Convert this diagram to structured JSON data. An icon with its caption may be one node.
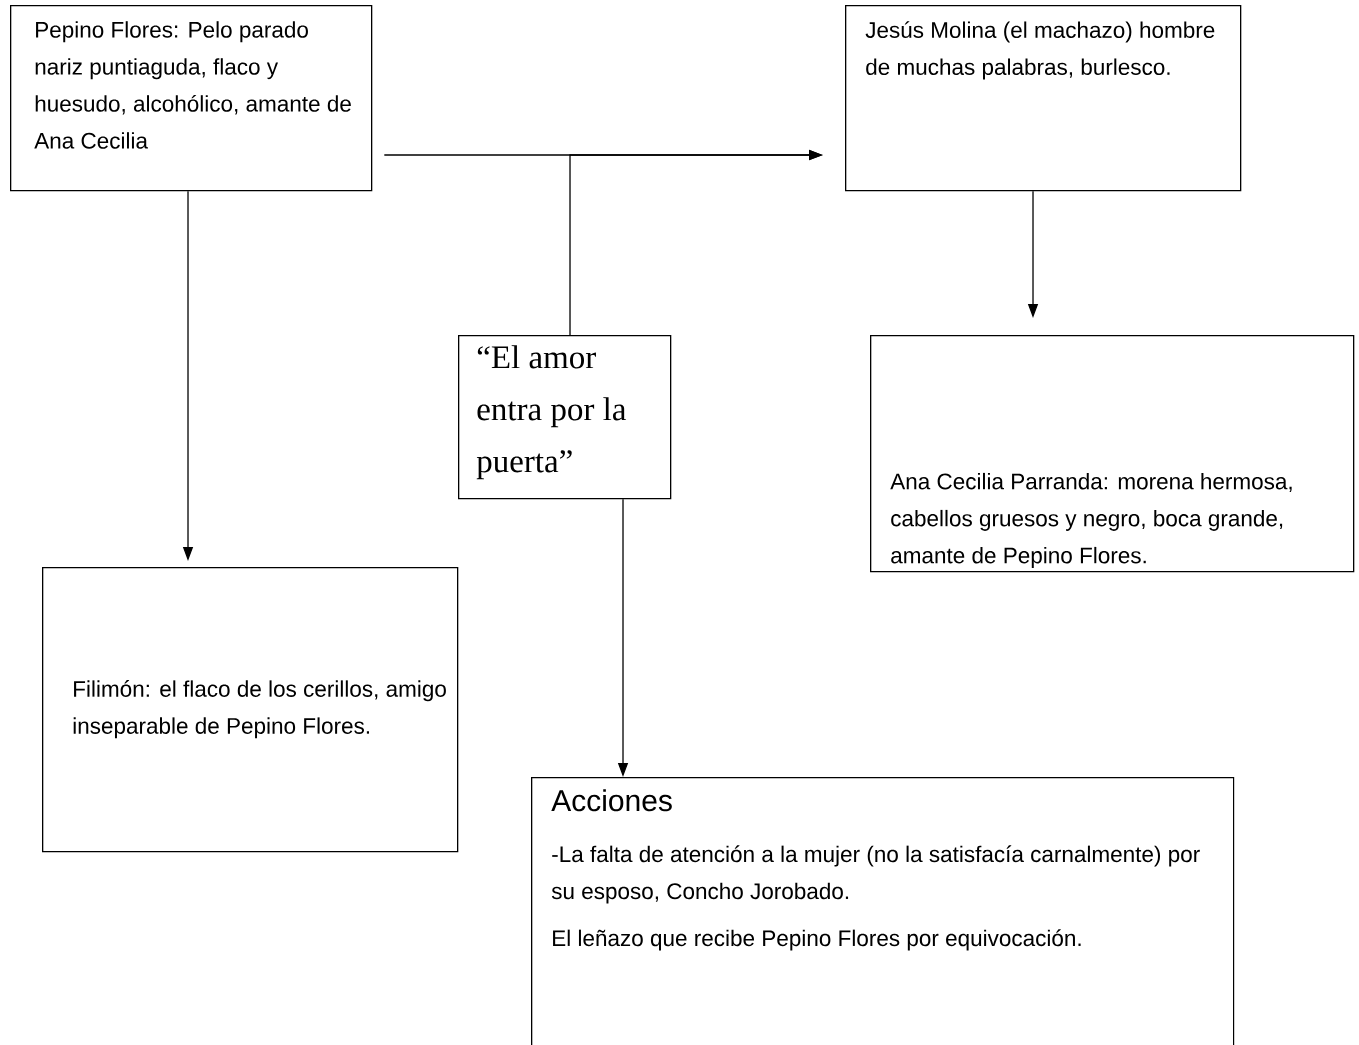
{
  "diagram": {
    "nodes": [
      {
        "text": [
          "Pepino Flores: Pelo parado nariz puntiaguda, flaco y huesudo, alcohólico, amante de Ana Cecilia"
        ]
      },
      {
        "text": [
          "Jesús Molina (el machazo) hombre de muchas palabras, burlesco."
        ]
      },
      {
        "text": [
          "“El amor entra por la puerta”"
        ]
      },
      {
        "text": [
          "Ana Cecilia Parranda: morena hermosa, cabellos gruesos y negro, boca grande, amante de Pepino Flores."
        ]
      },
      {
        "text": [
          "Filimón: el flaco de los cerillos, amigo inseparable de Pepino Flores."
        ]
      },
      {
        "text": [
          "Acciones",
          "-La falta de atención a la mujer (no la satisfacía carnalmente) por su esposo, Concho Jorobado.",
          "El leñazo que recibe Pepino Flores por equivocación."
        ]
      }
    ],
    "edges": [
      {
        "from": 0,
        "to": 1,
        "arrow": "to"
      },
      {
        "from": 2,
        "to": 1,
        "arrow": "to"
      },
      {
        "from": 0,
        "to": 4,
        "arrow": "to"
      },
      {
        "from": 1,
        "to": 3,
        "arrow": "to"
      },
      {
        "from": 2,
        "to": 5,
        "arrow": "to"
      }
    ]
  }
}
